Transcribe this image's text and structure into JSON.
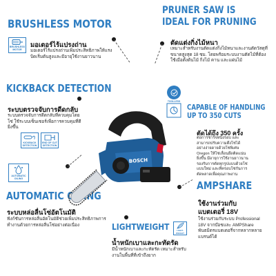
{
  "brushless": {
    "heading": "BRUSHLESS MOTOR",
    "icon_caption": "BRUSHLESS MOTOR",
    "subhead": "มอเตอร์ไร้แปรงถ่าน",
    "body": "มอเตอร์ไร้แปรงถ่านเพิ่มประสิทธิภาพให้แรงบิดเริ่มต้นสูงและมีอายุใช้งานยาวนาน"
  },
  "kickback": {
    "heading": "KICKBACK DETECTION",
    "subhead": "ระบบตรวจจับการดีดกลับ",
    "body": "ระบบตรวจจับการดีดกลับที่ควบคุมโดยโซ่ ใช้ระบบเซ็นเซอร์เพื่อการควบคุมที่ดียิ่งขึ้น",
    "icon1_caption": "KICKBACK DETECTION",
    "icon2_caption": "END OF CUT DETECTION"
  },
  "oiling": {
    "heading": "AUTOMATIC OILING",
    "icon_caption": "AUTOMATIC OILING",
    "subhead": "ระบบหล่อลื่นโซ่อัตโนมัติ",
    "body": "ฟังก์ชันการหล่อลื่นอัตโนมัติช่วยเพิ่มประสิทธิภาพการทำงานด้วยการหล่อลื่นโซ่อย่างต่อเนื่อง"
  },
  "pruner": {
    "heading_line1": "PRUNER SAW IS",
    "heading_line2": "IDEAL FOR PRUNING",
    "subhead": "ตัดแต่งกิ่งไม้หนา",
    "body": "เหมาะสำหรับงานตัดแต่งกิ่งไม้หนาและงานตัดวัสดุที่ขนาดสูงสุด 18 ซม. โดยพร้อมระบบงานตัดไม้ที่ต้องใช้เมื่อตั้งต้นไม้ กิ่งไม้ คาน และแผ่นไม้",
    "toolless_caption": "TOOLLESS"
  },
  "capacity": {
    "heading_line1": "CAPABLE OF HANDLING",
    "heading_line2": "UP TO 350 CUTS",
    "subhead": "ตัดได้ถึง 350 ครั้ง",
    "body": "ต่อการชาร์จหนึ่งรอบ และสามารถปรับความตึงโซ่ได้อย่างง่ายดายด้วยโซ่พิเศษ Oregon ให้โซ่เลื่อนยึดติดแน่นยิ่งขึ้น มีอายุการใช้งานยาวนาน รองรับการตัดทุกรูปแบบด้วยโซ่แบบใหม่ และที่ครอบโซ่กันการตัดพลาดเพื่อคุณภาพงาน"
  },
  "ampshare": {
    "heading": "AMPSHARE",
    "subhead_line1": "ใช้งานร่วมกับ",
    "subhead_line2": "แบตเตอรี่ 18V",
    "body": "ใช้งานร่วมกับระบบ Professional 18V จากบ๊อชและ AMPShare พันธมิตรแบตเตอรี่จากหลากหลายแบรนด์ได้"
  },
  "lightweight": {
    "heading": "LIGHTWEIGHT",
    "icon_caption": "LIGHT-WEIGHT",
    "subhead": "น้ำหนักเบาและกะทัดรัด",
    "body": "มีน้ำหนักเบาและกะทัดรัด เหมาะสำหรับงานในพื้นที่ที่เข้าถึงยาก"
  },
  "product": {
    "brand": "BOSCH"
  },
  "colors": {
    "accent": "#2f7ec2",
    "tool_blue": "#1f5d97",
    "dark": "#1a1a1a"
  }
}
